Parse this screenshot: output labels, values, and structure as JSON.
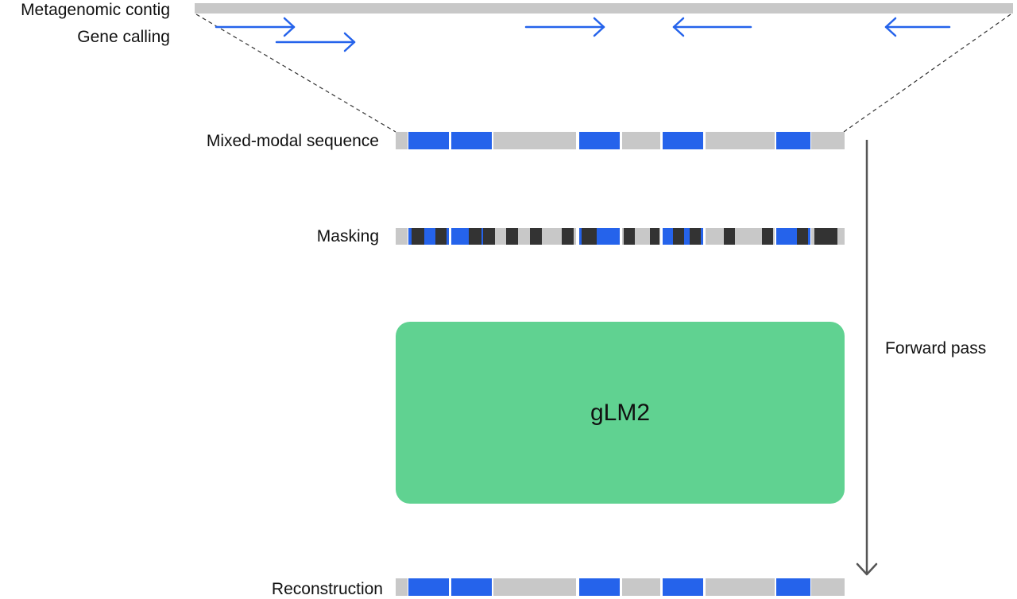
{
  "labels": {
    "contig": "Metagenomic contig",
    "gene_calling": "Gene calling",
    "mixed": "Mixed-modal sequence",
    "masking": "Masking",
    "reconstruction": "Reconstruction",
    "forward": "Forward pass",
    "model": "gLM2"
  },
  "colors": {
    "gene": "#2563eb",
    "intergenic": "#c8c8c8",
    "mask": "#333333",
    "model": "#60d291",
    "arrow": "#555555",
    "dashed": "#333333"
  },
  "gene_arrows": [
    {
      "direction": "forward"
    },
    {
      "direction": "forward"
    },
    {
      "direction": "forward"
    },
    {
      "direction": "reverse"
    },
    {
      "direction": "reverse"
    }
  ],
  "sequence_segments": [
    "intergenic",
    "gene",
    "gene",
    "intergenic",
    "gene",
    "intergenic",
    "gene",
    "intergenic",
    "gene",
    "intergenic"
  ]
}
